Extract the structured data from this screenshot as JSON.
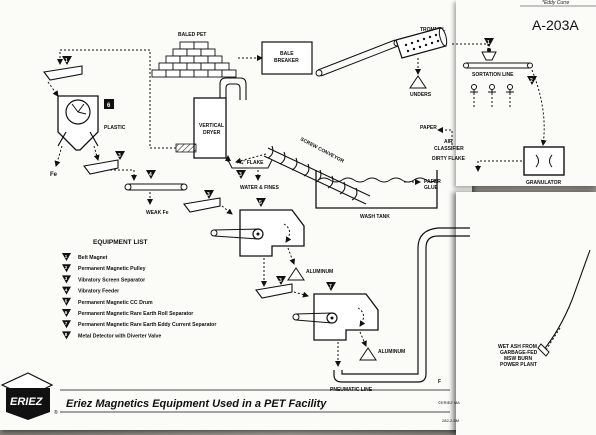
{
  "document": {
    "code": "A-203A",
    "brand": "ERIEZ",
    "footer_title": "Eriez Magnetics Equipment Used in a PET Facility",
    "footer_registered": "®",
    "footer_copyright_fragment": "©ERIEZ MA",
    "footer_code_fragment": "282-2.5M",
    "top_right_fragment": "*Eddy Curre"
  },
  "labels": {
    "baled_pet": "BALED PET",
    "bale_breaker_line1": "BALE",
    "bale_breaker_line2": "BREAKER",
    "trommel": "TROMMEL",
    "unders": "UNDERS",
    "sortation_line": "SORTATION LINE",
    "paper": "PAPER",
    "air_classifier_line1": "AIR",
    "air_classifier_line2": "CLASSIFIER",
    "plastic": "PLASTIC",
    "fe": "Fe",
    "vertical_dryer_line1": "VERTICAL",
    "vertical_dryer_line2": "DRYER",
    "flake_size": "+¼\" FLAKE",
    "water_fines": "WATER & FINES",
    "screw_conveyor": "SCREW CONVEYOR",
    "dirty_flake": "DIRTY FLAKE",
    "paper_glue_line1": "PAPER",
    "paper_glue_line2": "GLUE",
    "granulator": "GRANULATOR",
    "wash_tank": "WASH TANK",
    "weak_fe": "WEAK Fe",
    "aluminum_1": "ALUMINUM",
    "aluminum_2": "ALUMINUM",
    "pneumatic_line": "PNEUMATIC LINE",
    "wet_ash_line1": "WET ASH FROM",
    "wet_ash_line2": "GARBAGE-FED",
    "wet_ash_line3": "MSW BURN",
    "wet_ash_line4": "POWER PLANT"
  },
  "markers": {
    "dryer_sidebox": "6",
    "flake_marker": "3",
    "trommel_marker": "4",
    "sortation_marker": "1",
    "granulator_marker": "2",
    "belt_marker_top": "1",
    "plastic_pulley_marker": "5",
    "fe_feeder_marker": "3",
    "weak_fe_belt_marker": "4",
    "weak_fe_feeder_marker": "3",
    "drum1_marker": "5",
    "drum2_marker": "7",
    "aluminum_feeder_marker": "3"
  },
  "equipment_list": {
    "title": "EQUIPMENT LIST",
    "items": [
      {
        "num": "1",
        "label": "Belt Magnet"
      },
      {
        "num": "2",
        "label": "Permanent Magnetic Pulley"
      },
      {
        "num": "3",
        "label": "Vibratory Screen Separator"
      },
      {
        "num": "4",
        "label": "Vibratory Feeder"
      },
      {
        "num": "5",
        "label": "Permanent Magnetic CC Drum"
      },
      {
        "num": "6",
        "label": "Permanent Magnetic Rare Earth Roll Separator"
      },
      {
        "num": "7",
        "label": "Permanent Magnetic Rare Earth Eddy Current Separator"
      },
      {
        "num": "8",
        "label": "Metal Detector with Diverter Valve"
      }
    ]
  },
  "colors": {
    "ink": "#111111",
    "paper": "#fbfbf8",
    "desk": "#8f8d86"
  }
}
